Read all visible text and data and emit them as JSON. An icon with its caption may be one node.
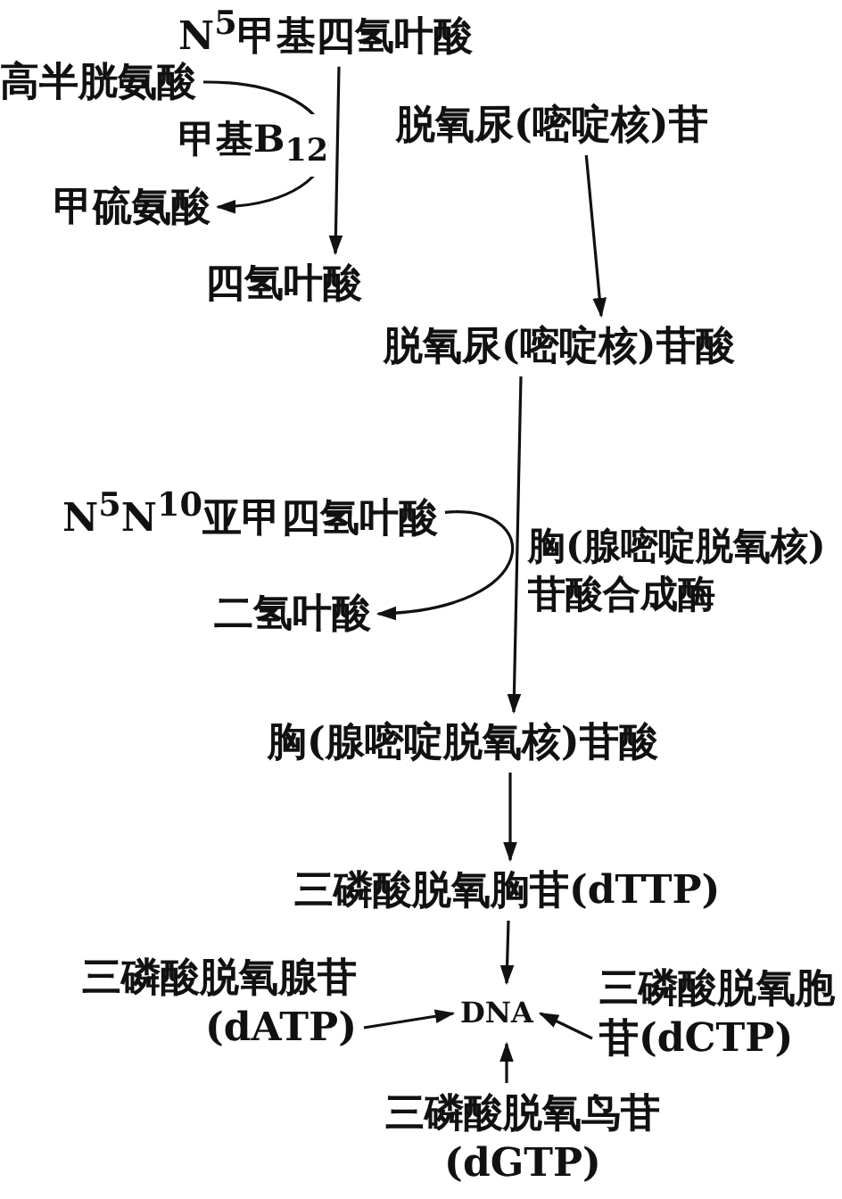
{
  "diagram": {
    "nodes": [
      {
        "text": [
          "N$^{5}$甲基四氢叶酸"
        ]
      },
      {
        "text": [
          "高半胱氨酸"
        ]
      },
      {
        "text": [
          "甲硫氨酸"
        ]
      },
      {
        "text": [
          "四氢叶酸"
        ]
      },
      {
        "text": [
          "脱氧尿(嘧啶核)苷"
        ]
      },
      {
        "text": [
          "脱氧尿(嘧啶核)苷酸"
        ]
      },
      {
        "text": [
          "N$^{5}$N$^{10}$亚甲四氢叶酸"
        ]
      },
      {
        "text": [
          "二氢叶酸"
        ]
      },
      {
        "text": [
          "胸(腺嘧啶脱氧核)苷酸"
        ]
      },
      {
        "text": [
          "三磷酸脱氧胸苷(dTTP)"
        ]
      },
      {
        "text": [
          "三磷酸脱氧腺苷(dATP)"
        ]
      },
      {
        "text": [
          "DNA"
        ]
      },
      {
        "text": [
          "三磷酸脱氧胞苷(dCTP)"
        ]
      },
      {
        "text": [
          "三磷酸脱氧鸟苷(dGTP)"
        ]
      }
    ],
    "edges": [
      {
        "from": 0,
        "to": 3,
        "arrow": "to"
      },
      {
        "from": 1,
        "to": 2,
        "arrow": "to",
        "label": "甲基B$_{12}$"
      },
      {
        "from": 4,
        "to": 5,
        "arrow": "to"
      },
      {
        "from": 5,
        "to": 8,
        "arrow": "to",
        "label": "胸(腺嘧啶脱氧核)苷酸合成酶"
      },
      {
        "from": 6,
        "to": 7,
        "arrow": "to"
      },
      {
        "from": 8,
        "to": 9,
        "arrow": "to"
      },
      {
        "from": 9,
        "to": 11,
        "arrow": "to"
      },
      {
        "from": 10,
        "to": 11,
        "arrow": "to"
      },
      {
        "from": 12,
        "to": 11,
        "arrow": "to"
      },
      {
        "from": 13,
        "to": 11,
        "arrow": "to"
      }
    ]
  }
}
